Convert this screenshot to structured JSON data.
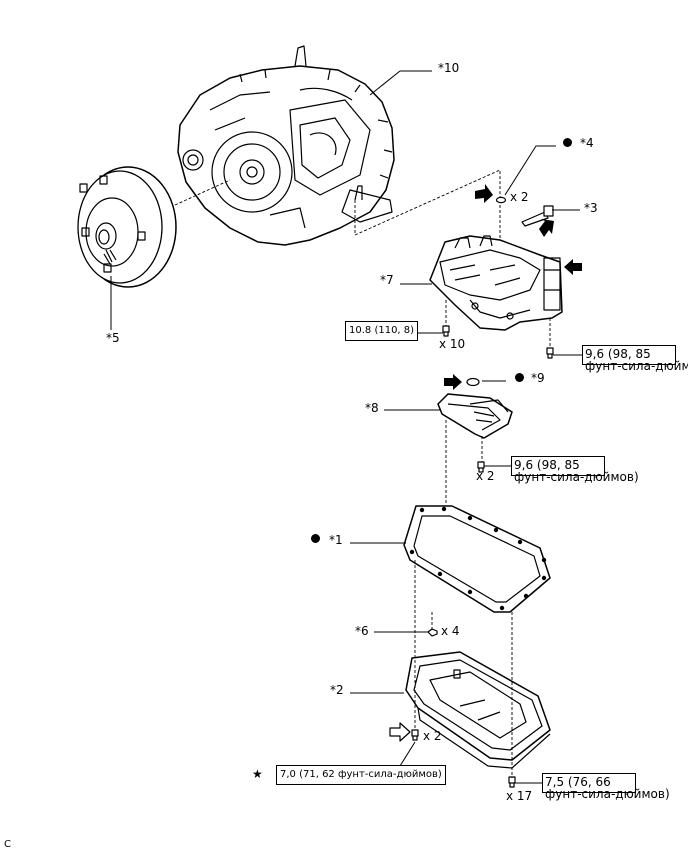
{
  "callouts": {
    "c10": "*10",
    "c4": "*4",
    "c3": "*3",
    "c7": "*7",
    "c5": "*5",
    "c9": "*9",
    "c8": "*8",
    "c1": "*1",
    "c6": "*6",
    "c2": "*2"
  },
  "quantities": {
    "q4": "x 2",
    "q7": "x 10",
    "q8": "x 2",
    "q6": "x 4",
    "q2a": "x 2",
    "q2b": "x 17"
  },
  "torques": {
    "t_valvebody": "10.8 (110, 8)",
    "t_solenoid_1": "9,6 (98, 85",
    "t_solenoid_2": "фунт-сила-дюймов)",
    "t_strainer_1": "9,6 (98, 85",
    "t_strainer_2": "фунт-сила-дюймов)",
    "t_drain": "7,0 (71, 62 фунт-сила-дюймов)",
    "t_pan_1": "7,5 (76, 66",
    "t_pan_2": "фунт-сила-дюймов)"
  },
  "footer_code": "C",
  "colors": {
    "ink": "#000000",
    "background": "#ffffff"
  }
}
